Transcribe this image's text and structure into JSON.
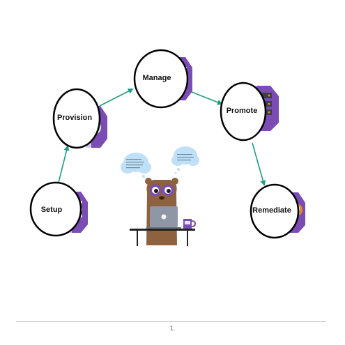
{
  "diagram": {
    "stages": [
      {
        "id": "setup",
        "label": "Setup",
        "icon": "server-stack-icon"
      },
      {
        "id": "provision",
        "label": "Provision",
        "icon": "shield-check-icon"
      },
      {
        "id": "manage",
        "label": "Manage",
        "icon": "server-stack-icon"
      },
      {
        "id": "promote",
        "label": "Promote",
        "icon": "server-rack-icon"
      },
      {
        "id": "remediate",
        "label": "Remediate",
        "icon": "arrow-upright-icon"
      }
    ],
    "flow": [
      "setup",
      "provision",
      "manage",
      "promote",
      "remediate"
    ],
    "mascot": {
      "name": "mascot-at-laptop-illustration",
      "thought_bubbles": 2
    }
  },
  "colors": {
    "arrow": "#1e9e82",
    "icon_purple": "#7a4cb4",
    "icon_light": "#a888d6",
    "circle_border": "#000000",
    "cloud": "#bfe0f6",
    "mascot_brown": "#8e623e"
  },
  "footer": {
    "page_number": "1."
  }
}
